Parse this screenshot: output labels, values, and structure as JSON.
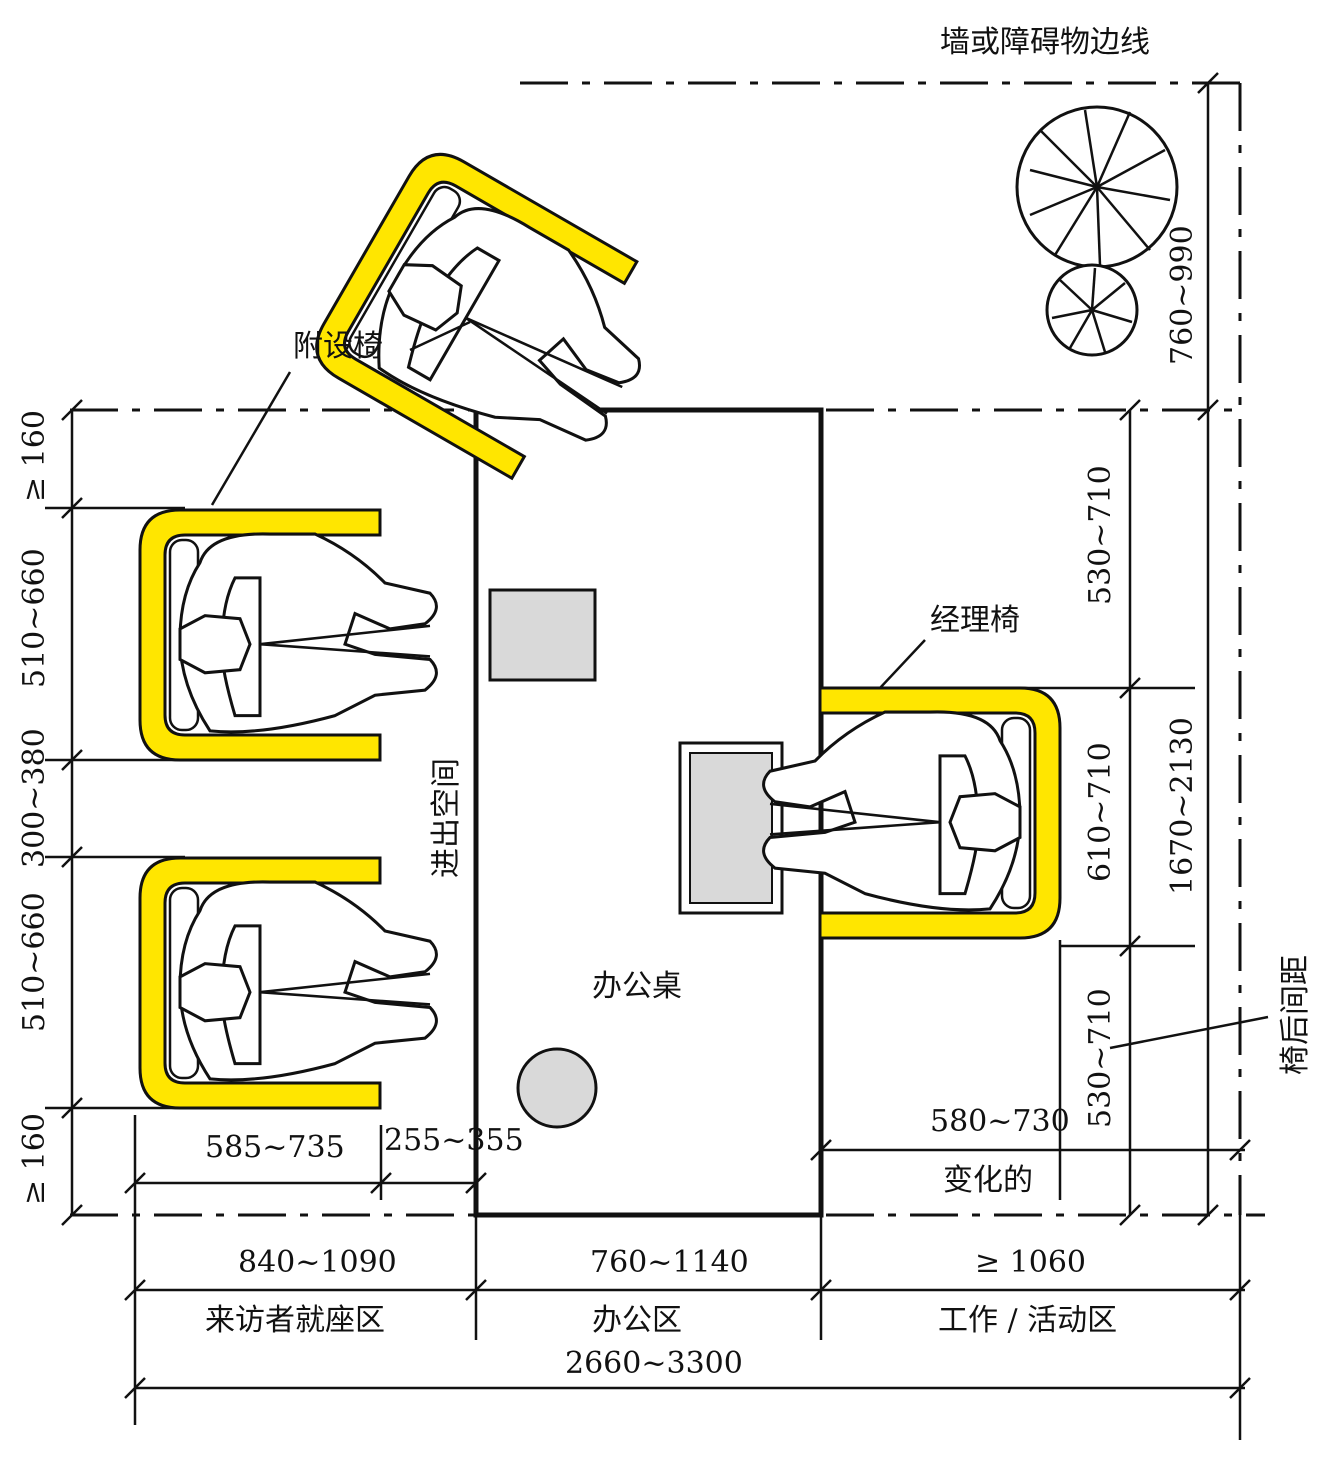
{
  "labels": {
    "wall_edge": "墙或障碍物边线",
    "side_chair": "附设椅",
    "manager_chair": "经理椅",
    "desk": "办公桌",
    "access_space": "进出空间",
    "chair_back_gap": "椅后间距",
    "variable": "变化的"
  },
  "dimensions": {
    "left_top": "≥ 160",
    "left_seat1": "510~660",
    "left_gap": "300~380",
    "left_seat2": "510~660",
    "left_bottom": "≥ 160",
    "chair_depth": "585~735",
    "visitor_gap": "255~355",
    "right_top": "760~990",
    "right_upper": "530~710",
    "right_chair": "610~710",
    "right_lower": "530~710",
    "right_total": "1670~2130",
    "work_gap": "580~730",
    "bottom_visitor": "840~1090",
    "bottom_desk": "760~1140",
    "bottom_work": "≥ 1060",
    "total_width": "2660~3300"
  },
  "zones": {
    "visitor": "来访者就座区",
    "office": "办公区",
    "work": "工作 / 活动区"
  },
  "colors": {
    "chair": "#FFE600",
    "object": "#d9d9d9",
    "ink": "#111111"
  }
}
